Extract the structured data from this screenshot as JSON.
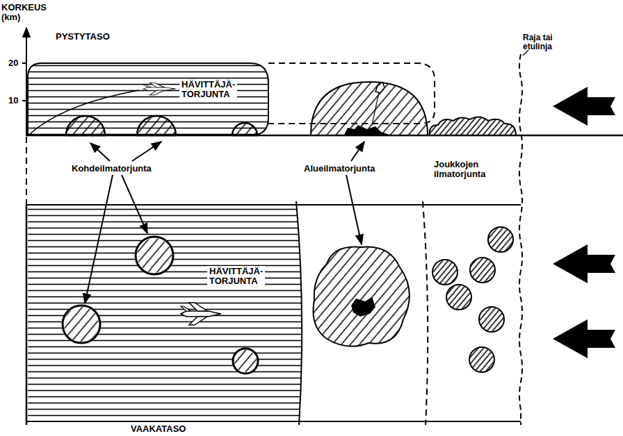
{
  "diagram": {
    "nodes": [
      {
        "text": [
          "HÄVITTÄJÄ- TORJUNTA"
        ]
      },
      {
        "text": [
          "HÄVITTÄJÄ- TORJUNTA"
        ]
      }
    ],
    "labels": [
      "KORKEUS (km)",
      "PYSTYTASO",
      "20",
      "10",
      "Raja tai etulinja",
      "Kohdeilmatorjunta",
      "Alueilmatorjunta",
      "Joukkojen ilmatorjunta",
      "VAAKATASO"
    ]
  }
}
